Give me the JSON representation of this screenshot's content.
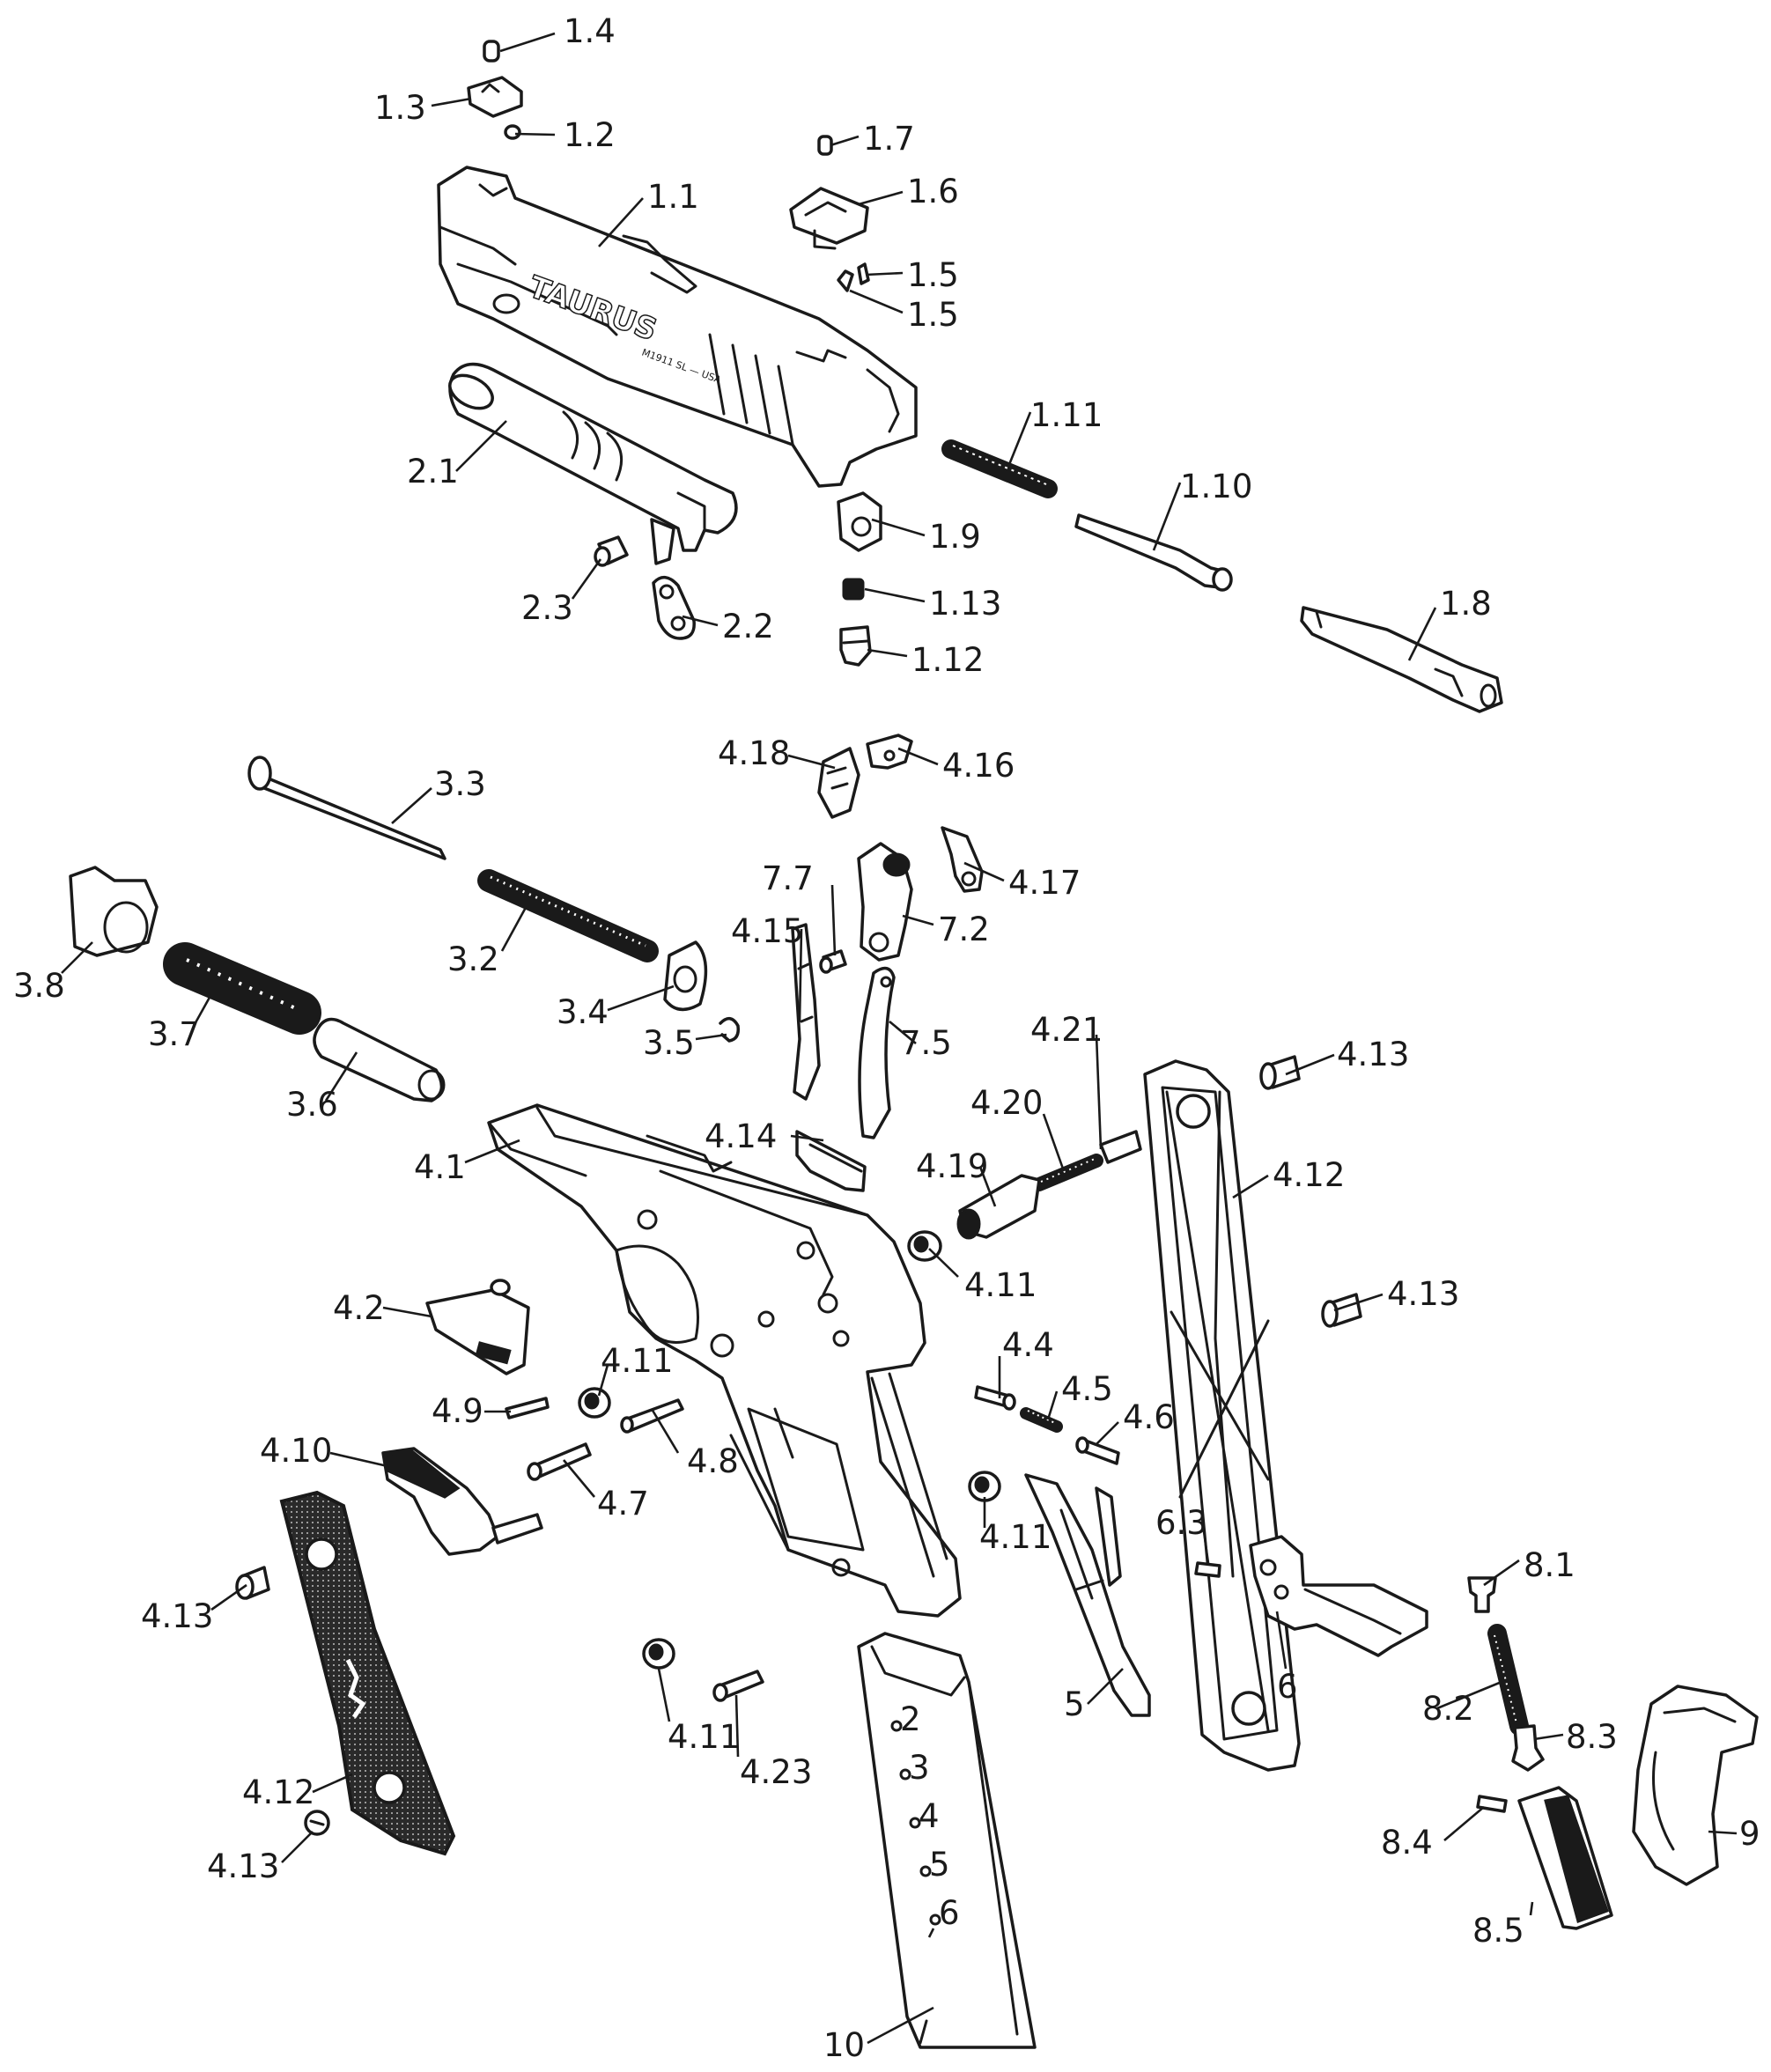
{
  "diagram": {
    "brand_text": "TAURUS",
    "model_text": "M1911 SL — USA",
    "magazine_numbers": [
      "2",
      "3",
      "4",
      "5",
      "6"
    ],
    "callouts": [
      {
        "id": "c1",
        "text": "1.4"
      },
      {
        "id": "c2",
        "text": "1.3"
      },
      {
        "id": "c3",
        "text": "1.2"
      },
      {
        "id": "c4",
        "text": "1.7"
      },
      {
        "id": "c5",
        "text": "1.6"
      },
      {
        "id": "c6",
        "text": "1.1"
      },
      {
        "id": "c7",
        "text": "1.5"
      },
      {
        "id": "c8",
        "text": "1.5"
      },
      {
        "id": "c9",
        "text": "1.11"
      },
      {
        "id": "c10",
        "text": "2.1"
      },
      {
        "id": "c11",
        "text": "1.10"
      },
      {
        "id": "c12",
        "text": "1.9"
      },
      {
        "id": "c13",
        "text": "1.13"
      },
      {
        "id": "c14",
        "text": "2.3"
      },
      {
        "id": "c15",
        "text": "2.2"
      },
      {
        "id": "c16",
        "text": "1.12"
      },
      {
        "id": "c17",
        "text": "1.8"
      },
      {
        "id": "c18",
        "text": "4.18"
      },
      {
        "id": "c19",
        "text": "4.16"
      },
      {
        "id": "c20",
        "text": "3.3"
      },
      {
        "id": "c21",
        "text": "4.17"
      },
      {
        "id": "c22",
        "text": "7.7"
      },
      {
        "id": "c23",
        "text": "7.2"
      },
      {
        "id": "c24",
        "text": "4.15"
      },
      {
        "id": "c25",
        "text": "3.8"
      },
      {
        "id": "c26",
        "text": "3.2"
      },
      {
        "id": "c27",
        "text": "3.4"
      },
      {
        "id": "c28",
        "text": "3.7"
      },
      {
        "id": "c29",
        "text": "3.5"
      },
      {
        "id": "c30",
        "text": "7.5"
      },
      {
        "id": "c31",
        "text": "4.21"
      },
      {
        "id": "c32",
        "text": "4.13"
      },
      {
        "id": "c33",
        "text": "3.6"
      },
      {
        "id": "c34",
        "text": "4.20"
      },
      {
        "id": "c35",
        "text": "4.14"
      },
      {
        "id": "c36",
        "text": "4.19"
      },
      {
        "id": "c37",
        "text": "4.12"
      },
      {
        "id": "c38",
        "text": "4.1"
      },
      {
        "id": "c39",
        "text": "4.11"
      },
      {
        "id": "c40",
        "text": "4.13"
      },
      {
        "id": "c41",
        "text": "4.2"
      },
      {
        "id": "c42",
        "text": "4.11"
      },
      {
        "id": "c43",
        "text": "4.4"
      },
      {
        "id": "c44",
        "text": "4.5"
      },
      {
        "id": "c45",
        "text": "4.9"
      },
      {
        "id": "c46",
        "text": "4.6"
      },
      {
        "id": "c47",
        "text": "4.10"
      },
      {
        "id": "c48",
        "text": "4.8"
      },
      {
        "id": "c49",
        "text": "4.7"
      },
      {
        "id": "c50",
        "text": "4.11"
      },
      {
        "id": "c51",
        "text": "6.3"
      },
      {
        "id": "c52",
        "text": "8.1"
      },
      {
        "id": "c53",
        "text": "4.13"
      },
      {
        "id": "c54",
        "text": "6"
      },
      {
        "id": "c55",
        "text": "5"
      },
      {
        "id": "c56",
        "text": "8.2"
      },
      {
        "id": "c57",
        "text": "8.3"
      },
      {
        "id": "c58",
        "text": "4.11"
      },
      {
        "id": "c59",
        "text": "4.23"
      },
      {
        "id": "c60",
        "text": "4.12"
      },
      {
        "id": "c61",
        "text": "9"
      },
      {
        "id": "c62",
        "text": "8.4"
      },
      {
        "id": "c63",
        "text": "4.13"
      },
      {
        "id": "c64",
        "text": "8.5"
      },
      {
        "id": "c65",
        "text": "10"
      }
    ]
  }
}
